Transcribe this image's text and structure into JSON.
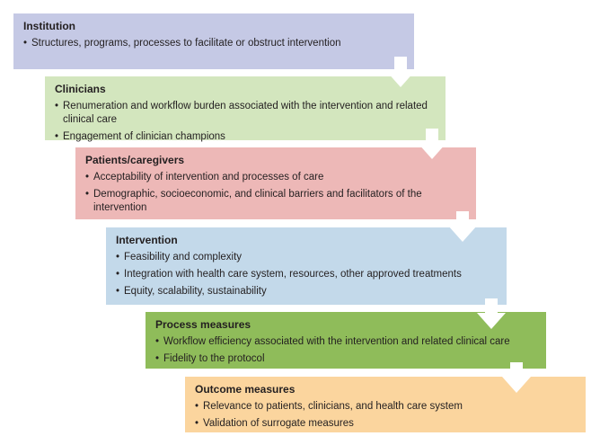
{
  "steps": [
    {
      "title": "Institution",
      "items": [
        "Structures, programs, processes to facilitate or obstruct intervention"
      ]
    },
    {
      "title": "Clinicians",
      "items": [
        "Renumeration and workflow burden associated with the intervention and related clinical care",
        "Engagement of clinician champions"
      ]
    },
    {
      "title": "Patients/caregivers",
      "items": [
        "Acceptability of  intervention and processes of care",
        "Demographic, socioeconomic, and clinical barriers and facilitators  of the intervention"
      ]
    },
    {
      "title": "Intervention",
      "items": [
        "Feasibility and complexity",
        "Integration with health care system, resources, other approved treatments",
        "Equity, scalability, sustainability"
      ]
    },
    {
      "title": "Process measures",
      "items": [
        "Workflow efficiency associated with the intervention and related clinical care",
        "Fidelity to the protocol"
      ]
    },
    {
      "title": "Outcome measures",
      "items": [
        "Relevance to patients, clinicians, and health care system",
        "Validation of surrogate measures"
      ]
    }
  ],
  "colors": {
    "institution": "#c5c9e5",
    "clinicians": "#d3e6be",
    "patients": "#edb8b7",
    "intervention": "#c3d9ea",
    "process": "#8fbc5a",
    "outcome": "#fbd59e",
    "arrow": "#ffffff"
  },
  "icons": [
    "down-arrow-icon"
  ]
}
